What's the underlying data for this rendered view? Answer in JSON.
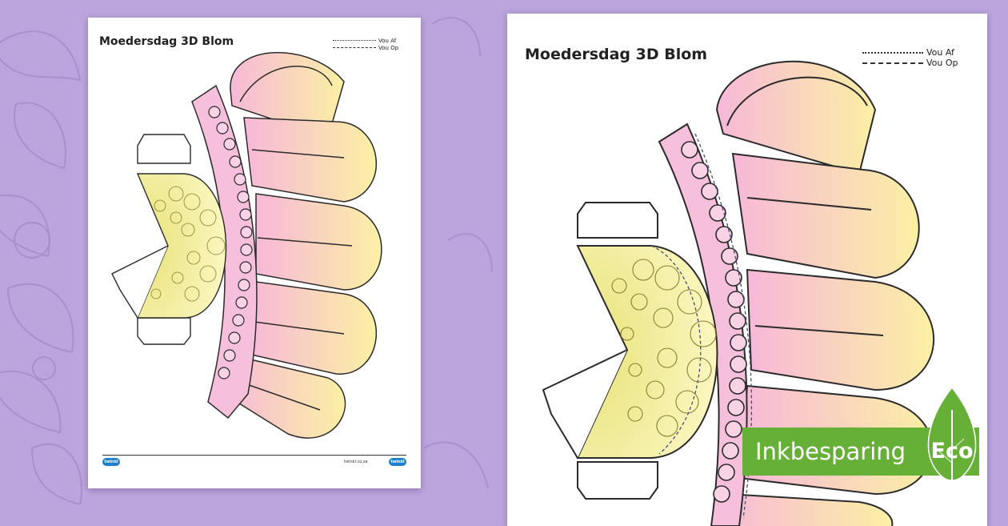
{
  "worksheet": {
    "title": "Moedersdag 3D Blom",
    "legend": {
      "fold_down": "Vou Af",
      "fold_up": "Vou Op"
    },
    "brand_logo_text": "twinkl",
    "website": "twinkl.co.za"
  },
  "badge": {
    "label": "Inkbesparing",
    "eco_label": "Eco",
    "color": "#67b037"
  },
  "colors": {
    "background": "#bba5dc",
    "petal_pink": "#f7b8d8",
    "petal_yellow": "#fbf0a4",
    "band_pink": "#f6bfdc",
    "center_yellow": "#f6f39e"
  },
  "icons": [
    "leaf-icon",
    "brand-logo"
  ]
}
